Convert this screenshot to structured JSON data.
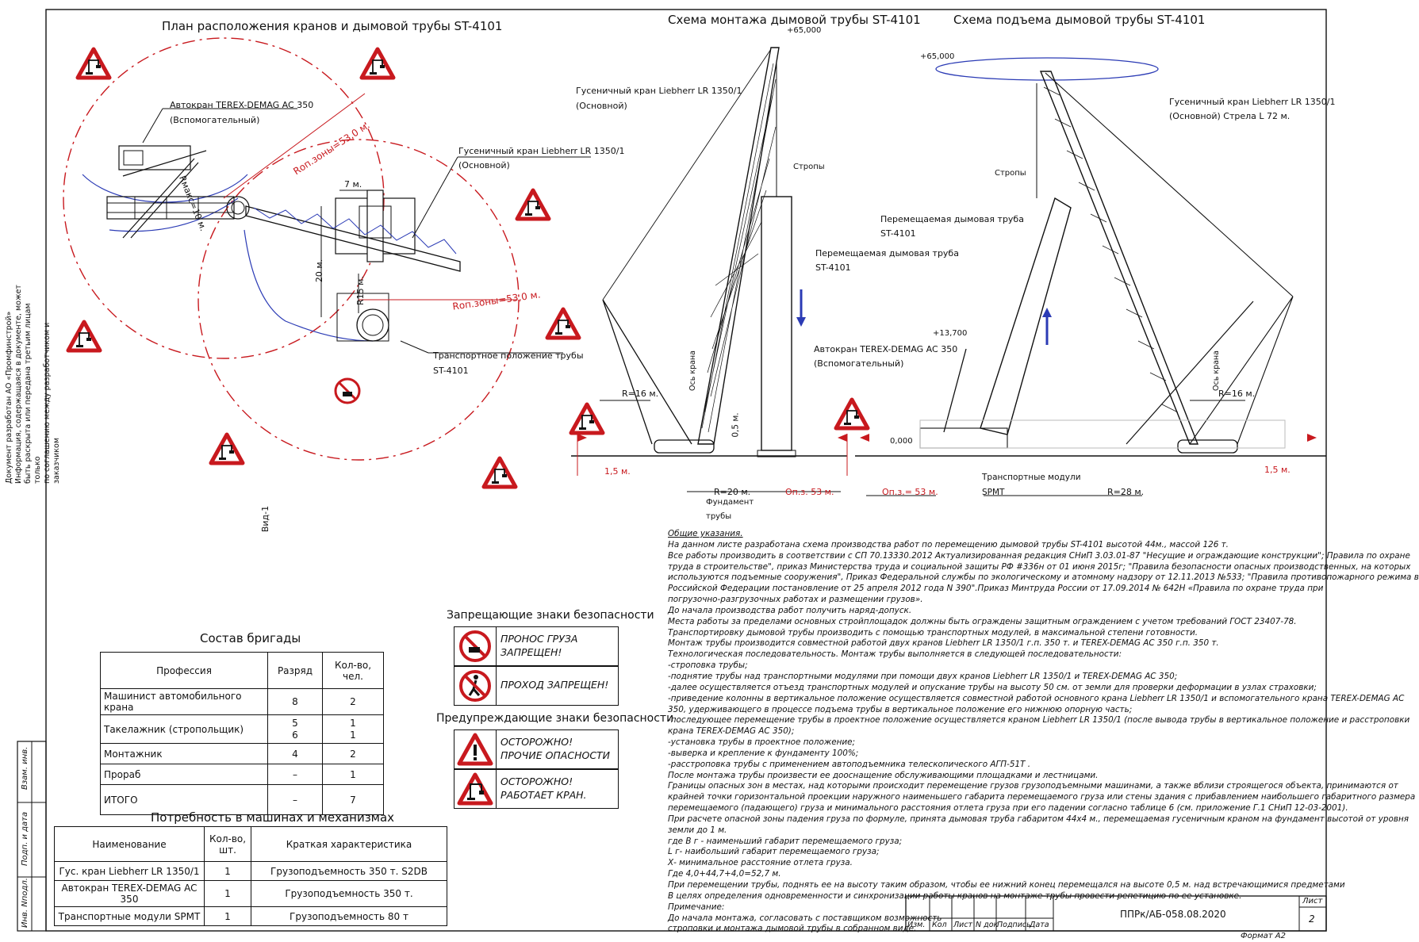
{
  "titles": {
    "plan": "План расположения кранов и дымовой трубы ST-4101",
    "mount": "Схема монтажа дымовой трубы ST-4101",
    "lift": "Схема подъема дымовой трубы ST-4101"
  },
  "side_note": [
    "Документ разработан АО «Промфинстрой»",
    "Информация, содержащаяся в документе, может",
    "быть раскрыта или передана третьим лицам только",
    "по соглашению между разработчиком и заказчиком"
  ],
  "plan": {
    "autocrane": "Автокран TEREX-DEMAG AC 350",
    "autocrane_role": "(Вспомогательный)",
    "crawler": "Гусеничный кран Liebherr LR 1350/1",
    "crawler_role": "(Основной)",
    "zone1": "Rоп.зоны=53,0 м.",
    "zone2": "Rоп.зоны=53,0 м.",
    "rmax": "Rмакс=10 м.",
    "dim7": "7 м.",
    "dim20": "20 м.",
    "r15": "R15 м.",
    "transport": "Транспортное положение трубы",
    "transport_id": "ST-4101",
    "view": "Вид-1"
  },
  "mount": {
    "elev": "+65,000",
    "crane": "Гусеничный кран Liebherr LR 1350/1",
    "crane_role": "(Основной)",
    "slings": "Стропы",
    "pipe": "Перемещаемая дымовая труба",
    "pipe_id": "ST-4101",
    "axis": "Ось крана",
    "r16": "R=16 м.",
    "h05": "0,5 м.",
    "r20": "R=20 м.",
    "opz": "Оп.з. 53 м.",
    "d15": "1,5 м.",
    "foundation": "Фундамент",
    "foundation2": "трубы"
  },
  "lift": {
    "elev": "+65,000",
    "crane": "Гусеничный кран Liebherr LR 1350/1",
    "crane_role": "(Основной) Стрела L 72 м.",
    "slings": "Стропы",
    "pipe": "Перемещаемая дымовая труба",
    "pipe_id": "ST-4101",
    "elev2": "+13,700",
    "autocrane": "Автокран TEREX-DEMAG AC 350",
    "autocrane_role": "(Вспомогательный)",
    "zero": "0,000",
    "opz": "Оп.з.= 53 м.",
    "modules": "Транспортные модули",
    "spmt": "SPMT",
    "r28": "R=28 м.",
    "r16": "R=16 м.",
    "axis": "Ось крана",
    "d15": "1,5 м."
  },
  "crew": {
    "title": "Состав бригады",
    "headers": [
      "Профессия",
      "Разряд",
      "Кол-во, чел."
    ],
    "rows": [
      [
        "Машинист автомобильного крана",
        "8",
        "2"
      ],
      [
        "Такелажник (стропольщик)",
        "5\n6",
        "1\n1"
      ],
      [
        "Монтажник",
        "4",
        "2"
      ],
      [
        "Прораб",
        "–",
        "1"
      ],
      [
        "ИТОГО",
        "–",
        "7"
      ]
    ]
  },
  "machines": {
    "title": "Потребность в машинах и механизмах",
    "headers": [
      "Наименование",
      "Кол-во, шт.",
      "Краткая характеристика"
    ],
    "rows": [
      [
        "Гус. кран Liebherr LR 1350/1",
        "1",
        "Грузоподъемность 350 т. S2DB"
      ],
      [
        "Автокран TEREX-DEMAG AC 350",
        "1",
        "Грузоподъемность 350 т."
      ],
      [
        "Транспортные модули SPMT",
        "1",
        "Грузоподъемность 80 т"
      ]
    ]
  },
  "signs": {
    "prohibit_title": "Запрещающие знаки безопасности",
    "prohibit": [
      "ПРОНОС ГРУЗА\nЗАПРЕЩЕН!",
      "ПРОХОД ЗАПРЕЩЕН!"
    ],
    "warn_title": "Предупреждающие знаки безопасности",
    "warn": [
      "ОСТОРОЖНО!\nПРОЧИЕ ОПАСНОСТИ",
      "ОСТОРОЖНО!\nРАБОТАЕТ КРАН."
    ]
  },
  "notes": [
    "Общие указания.",
    "На данном листе разработана схема производства работ по перемещению дымовой трубы ST-4101 высотой 44м., массой 126 т.",
    "Все работы производить в соответствии с СП 70.13330.2012 Актуализированная редакция СНиП 3.03.01-87 \"Несущие и ограждающие конструкции\"; Правила по охране",
    "труда в строительстве\", приказ Министерства труда и социальной защиты РФ #336н от 01 июня 2015г; \"Правила безопасности опасных производственных, на которых",
    "используются подъемные сооружения\", Приказ Федеральной службы по экологическому и атомному надзору от 12.11.2013 №533; \"Правила противопожарного режима в",
    "Российской Федерации постановление от 25 апреля 2012 года N 390\".Приказ Минтруда России от 17.09.2014 № 642Н «Правила по охране труда при",
    "погрузочно-разгрузочных работах и размещении грузов».",
    "До начала производства работ получить наряд-допуск.",
    "Места работы за пределами основных стройплощадок должны быть ограждены защитным ограждением с учетом требований ГОСТ 23407-78.",
    "Транспортировку дымовой трубы производить с помощью транспортных модулей, в максимальной степени готовности.",
    "Монтаж трубы производится совместной работой двух кранов Liebherr LR 1350/1 г.п. 350 т. и TEREX-DEMAG AC 350 г.п. 350 т.",
    "Технологическая последовательность. Монтаж трубы выполняется в следующей последовательности:",
    "-строповка трубы;",
    "-поднятие трубы над транспортными модулями при помощи двух кранов Liebherr LR 1350/1 и TEREX-DEMAG AC 350;",
    "-далее осуществляется отъезд транспортных модулей и опускание трубы на высоту 50 см. от земли для проверки деформации в узлах страховки;",
    "-приведение колонны в вертикальное положение осуществляется совместной работой основного крана Liebherr LR 1350/1 и вспомогательного крана TEREX-DEMAG AC",
    "350, удерживающего в процессе подъема трубы в вертикальное положение его нижнюю опорную часть;",
    "-последующее перемещение трубы в проектное положение осуществляется краном Liebherr LR 1350/1 (после вывода трубы в вертикальное положение и расстроповки",
    "крана TEREX-DEMAG AC 350);",
    "-установка трубы в проектное положение;",
    "-выверка и крепление к фундаменту 100%;",
    "-расстроповка трубы с применением автоподъемника телескопического АГП-51Т .",
    "После монтажа трубы произвести ее дооснащение обслуживающими площадками и лестницами.",
    "Границы опасных зон в местах, над которыми происходит перемещение грузов грузоподъемными машинами, а также вблизи строящегося объекта, принимаются от",
    "крайней точки горизонтальной проекции наружного наименьшего габарита перемещаемого груза или стены здания с прибавлением наибольшего габаритного размера",
    "перемещаемого (падающего) груза и минимального расстояния отлета груза при его падении согласно таблице 6 (см. приложение Г.1 СНиП 12-03-2001).",
    "При расчете опасной зоны падения груза по формуле, принята дымовая труба габаритом 44х4 м., перемещаемая гусеничным краном на фундамент высотой от уровня",
    "земли до 1 м.",
    "где В г - наименьший габарит перемещаемого груза;",
    "L г- наибольший габарит перемещаемого груза;",
    "Х- минимальное расстояние отлета груза.",
    "Где 4,0+44,7+4,0=52,7 м.",
    "При перемещении трубы, поднять ее на высоту таким образом, чтобы ее нижний конец перемещался на высоте 0,5 м. над встречающимися предметами",
    "В целях определения одновременности и синхронизации работы кранов на монтаже трубы провести репетицию по ее установке.",
    "Примечание:",
    "До начала монтажа, согласовать с поставщиком возможность",
    "строповки и монтажа дымовой трубы в собранном виде."
  ],
  "stamp": {
    "cols": [
      "Изм.",
      "Кол",
      "Лист",
      "N док",
      "Подпись",
      "Дата"
    ],
    "code": "ППРк/АБ-058.08.2020",
    "sheet_label": "Лист",
    "sheet": "2",
    "format": "Формат А2"
  },
  "left_strip": [
    "Взам. инв.",
    "Подп. и дата",
    "Инв. Nподл."
  ],
  "colors": {
    "red": "#c8191e",
    "blue": "#2b3bb5",
    "line": "#111111"
  }
}
